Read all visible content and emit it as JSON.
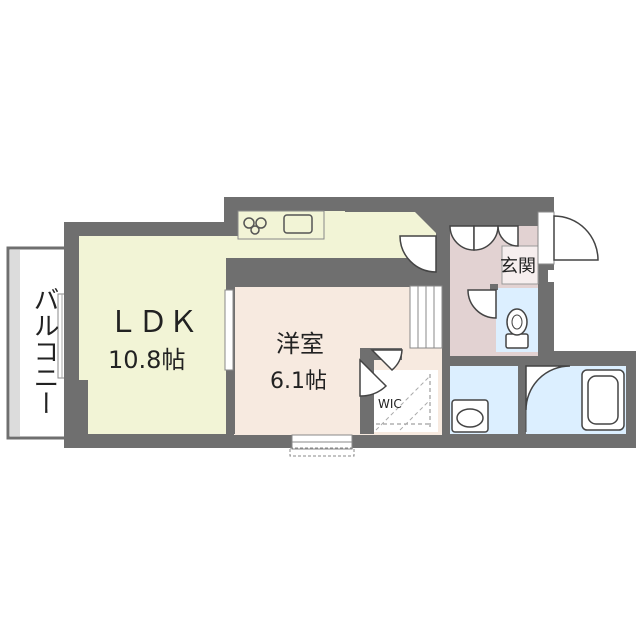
{
  "floor_plan": {
    "rooms": {
      "balcony": {
        "label": "バルコニー"
      },
      "ldk": {
        "label": "ＬＤＫ",
        "size": "10.8帖"
      },
      "western_room": {
        "label": "洋室",
        "size": "6.1帖"
      },
      "wic": {
        "label": "WIC"
      },
      "entrance": {
        "label": "玄関"
      }
    },
    "colors": {
      "wall": "#6f6f6f",
      "ldk": "#f2f4d6",
      "western_room": "#f7eae0",
      "entrance": "#e2d2d2",
      "wet_area": "#dcefff",
      "balcony": "#ffffff"
    }
  }
}
